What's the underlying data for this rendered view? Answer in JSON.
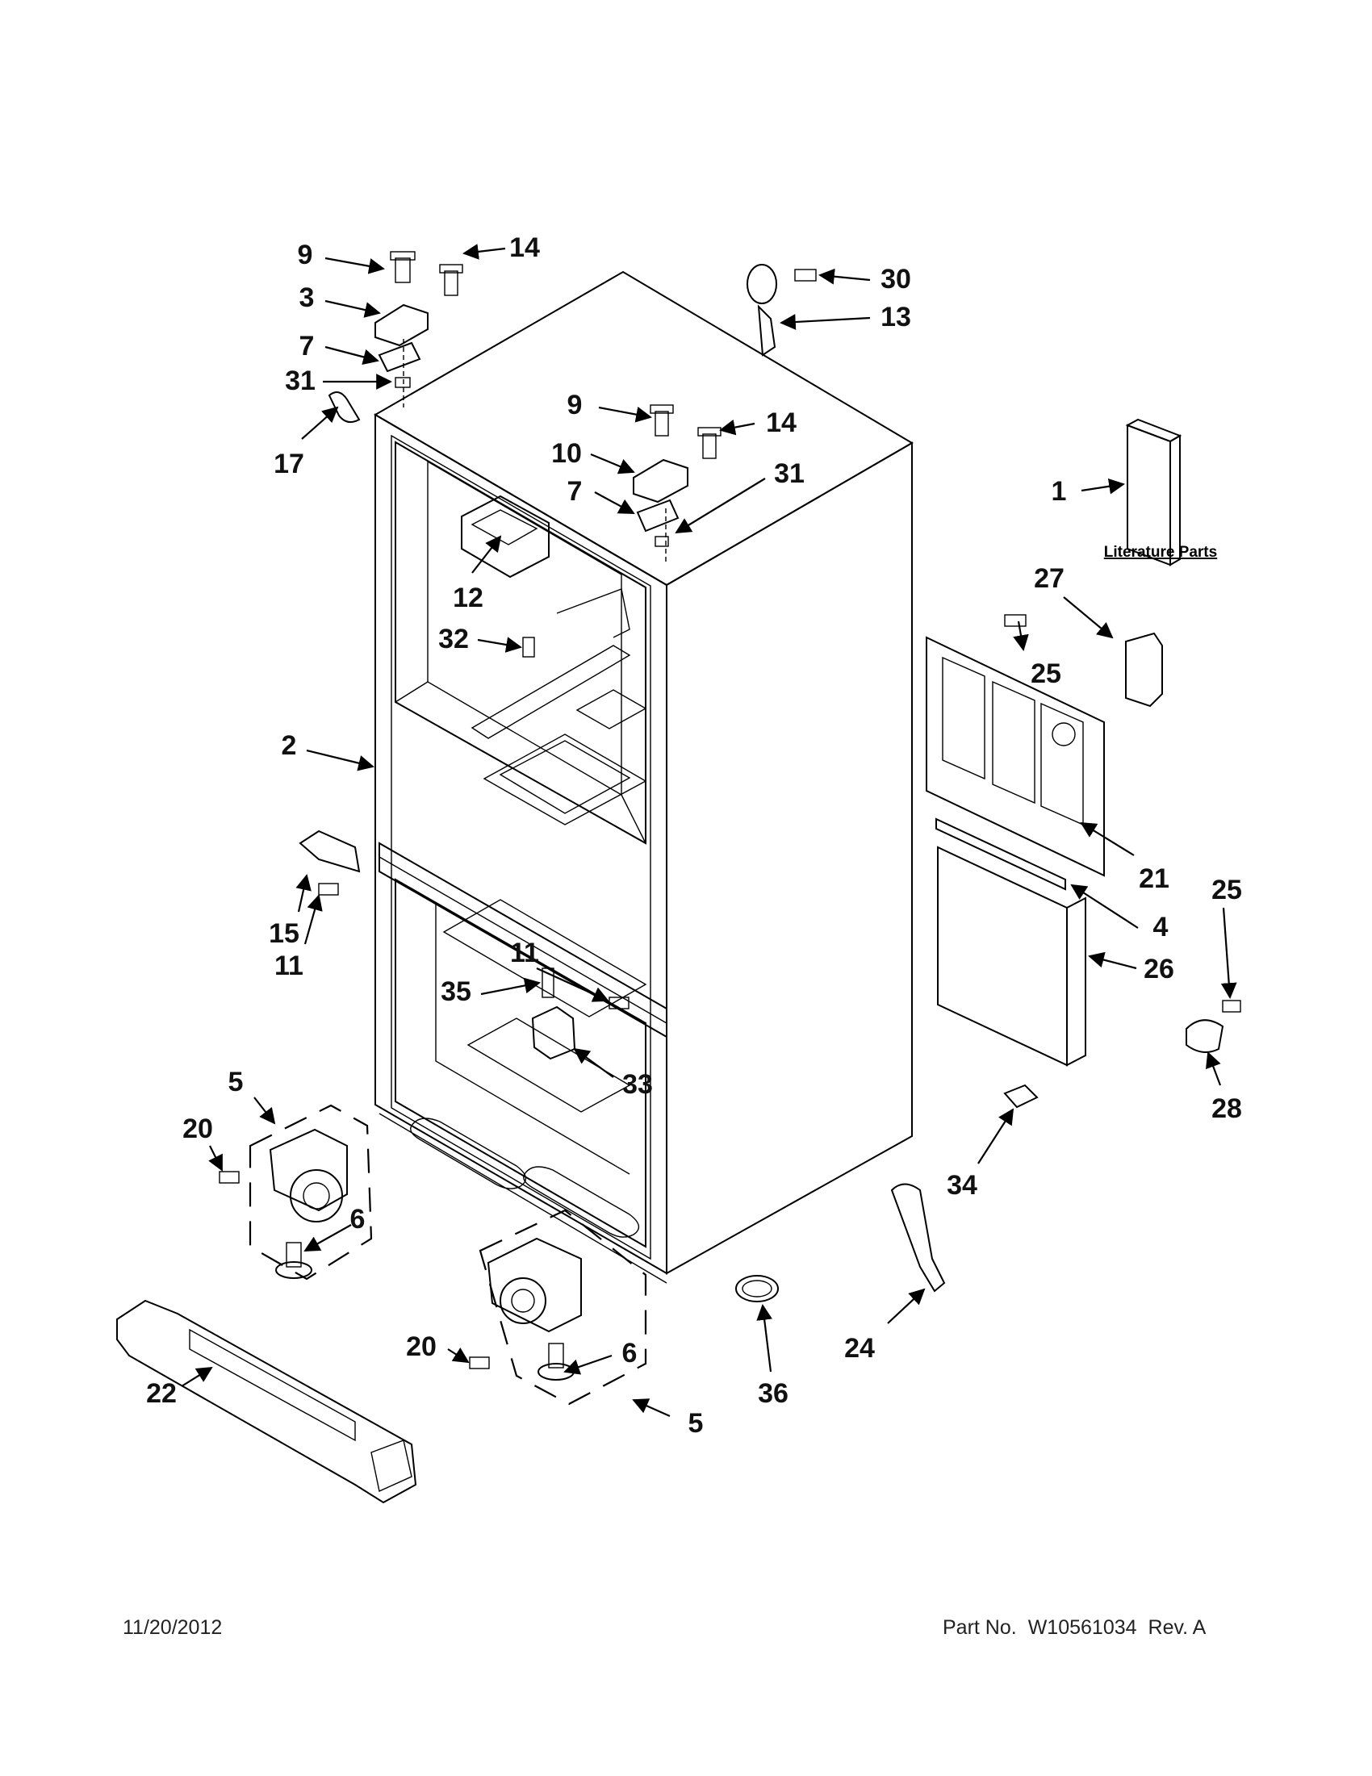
{
  "footer": {
    "date": "11/20/2012",
    "part_label": "Part No.",
    "part_number": "W10561034",
    "rev": "Rev. A"
  },
  "literature_label": "Literature Parts",
  "callouts": [
    {
      "id": "c9a",
      "label": "9"
    },
    {
      "id": "c14a",
      "label": "14"
    },
    {
      "id": "c3",
      "label": "3"
    },
    {
      "id": "c7a",
      "label": "7"
    },
    {
      "id": "c31a",
      "label": "31"
    },
    {
      "id": "c17",
      "label": "17"
    },
    {
      "id": "c30",
      "label": "30"
    },
    {
      "id": "c13",
      "label": "13"
    },
    {
      "id": "c9b",
      "label": "9"
    },
    {
      "id": "c14b",
      "label": "14"
    },
    {
      "id": "c10",
      "label": "10"
    },
    {
      "id": "c7b",
      "label": "7"
    },
    {
      "id": "c31b",
      "label": "31"
    },
    {
      "id": "c1",
      "label": "1"
    },
    {
      "id": "c12",
      "label": "12"
    },
    {
      "id": "c32",
      "label": "32"
    },
    {
      "id": "c27",
      "label": "27"
    },
    {
      "id": "c25a",
      "label": "25"
    },
    {
      "id": "c2",
      "label": "2"
    },
    {
      "id": "c21",
      "label": "21"
    },
    {
      "id": "c15",
      "label": "15"
    },
    {
      "id": "c11a",
      "label": "11"
    },
    {
      "id": "c4",
      "label": "4"
    },
    {
      "id": "c25b",
      "label": "25"
    },
    {
      "id": "c11b",
      "label": "11"
    },
    {
      "id": "c26",
      "label": "26"
    },
    {
      "id": "c35",
      "label": "35"
    },
    {
      "id": "c33",
      "label": "33"
    },
    {
      "id": "c28",
      "label": "28"
    },
    {
      "id": "c5a",
      "label": "5"
    },
    {
      "id": "c20a",
      "label": "20"
    },
    {
      "id": "c34",
      "label": "34"
    },
    {
      "id": "c6a",
      "label": "6"
    },
    {
      "id": "c24",
      "label": "24"
    },
    {
      "id": "c20b",
      "label": "20"
    },
    {
      "id": "c6b",
      "label": "6"
    },
    {
      "id": "c22",
      "label": "22"
    },
    {
      "id": "c36",
      "label": "36"
    },
    {
      "id": "c5b",
      "label": "5"
    }
  ]
}
